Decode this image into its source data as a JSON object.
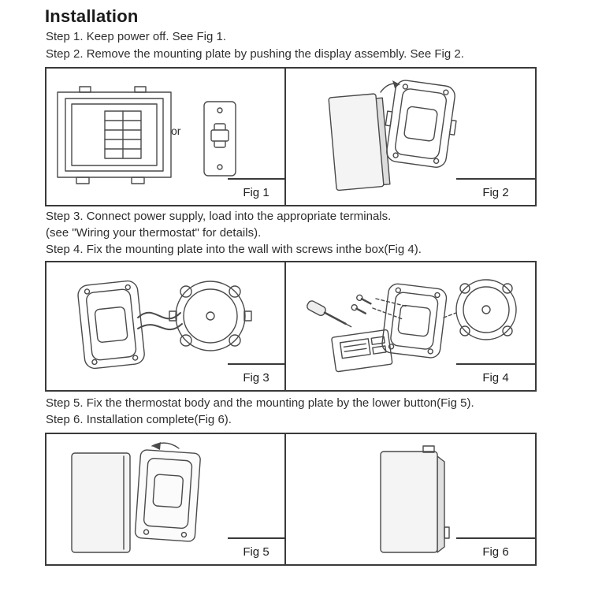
{
  "doc": {
    "title": "Installation",
    "steps": {
      "step1": "Step 1. Keep power off. See Fig 1.",
      "step2": "Step 2. Remove the mounting plate by pushing the display assembly. See Fig 2.",
      "step3a": "Step 3. Connect power supply, load into the appropriate terminals.",
      "step3b": "(see \"Wiring your thermostat\" for details).",
      "step4": "Step 4. Fix the mounting plate into the wall with screws inthe box(Fig 4).",
      "step5": "Step 5. Fix the thermostat body and the mounting plate by the lower button(Fig 5).",
      "step6": "Step 6. Installation complete(Fig 6)."
    },
    "figures": {
      "fig1": "Fig 1",
      "fig2": "Fig 2",
      "fig3": "Fig 3",
      "fig4": "Fig 4",
      "fig5": "Fig 5",
      "fig6": "Fig 6"
    },
    "labels": {
      "or": "or"
    }
  }
}
